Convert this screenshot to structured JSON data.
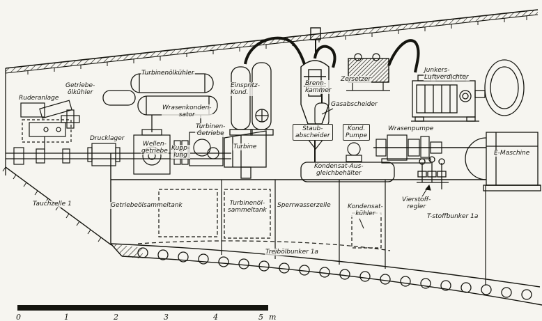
{
  "labels": {
    "ruderanlage": "Ruderanlage",
    "getriebeoelkuehler": "Getriebe-\nölkühler",
    "turbinenoelkuehler": "Turbinenölkühler",
    "wrasenkondensator": "Wrasenkonden-\nsator",
    "einspritz_kond": "Einspritz-\nKond.",
    "brennkammer": "Brenn-\nkammer",
    "zersetzer": "Zersetzer",
    "junkers_luftverdichter": "Junkers-\nLuftverdichter",
    "gasabscheider": "Gasabscheider",
    "staubabscheider": "Staub-\nabscheider",
    "kond_pumpe": "Kond.\nPumpe",
    "wrasenpumpe": "Wrasenpumpe",
    "e_maschine": "E-Maschine",
    "drucklager": "Drucklager",
    "wellengetriebe": "Wellen-\ngetriebe",
    "kupplung": "Kupp-\nlung",
    "turbinengetriebe": "Turbinen-\nGetriebe",
    "turbine": "Turbine",
    "kondensat_ausgleichbehaelter": "Kondensat-Aus-\ngleichbehälter",
    "tauchzelle": "Tauchzelle 1",
    "getriebeoelsammeltank": "Getriebeölsammeltank",
    "turbinenoelsammeltank": "Turbinenöl-\nsammeltank",
    "sperrwasserzelle": "Sperrwasserzelle",
    "kondensatkuehler": "Kondensat-\nkühler",
    "vierstoffregler": "Vierstoff-\nregler",
    "t_stoffbunker": "T-stoffbunker 1a",
    "treiboelbunker": "Treibölbunker 1a"
  },
  "scale_bar": {
    "ticks": [
      "0",
      "1",
      "2",
      "3",
      "4",
      "5"
    ],
    "unit": "m"
  },
  "colors": {
    "ink": "#15150f",
    "paper": "#f6f5f0"
  }
}
